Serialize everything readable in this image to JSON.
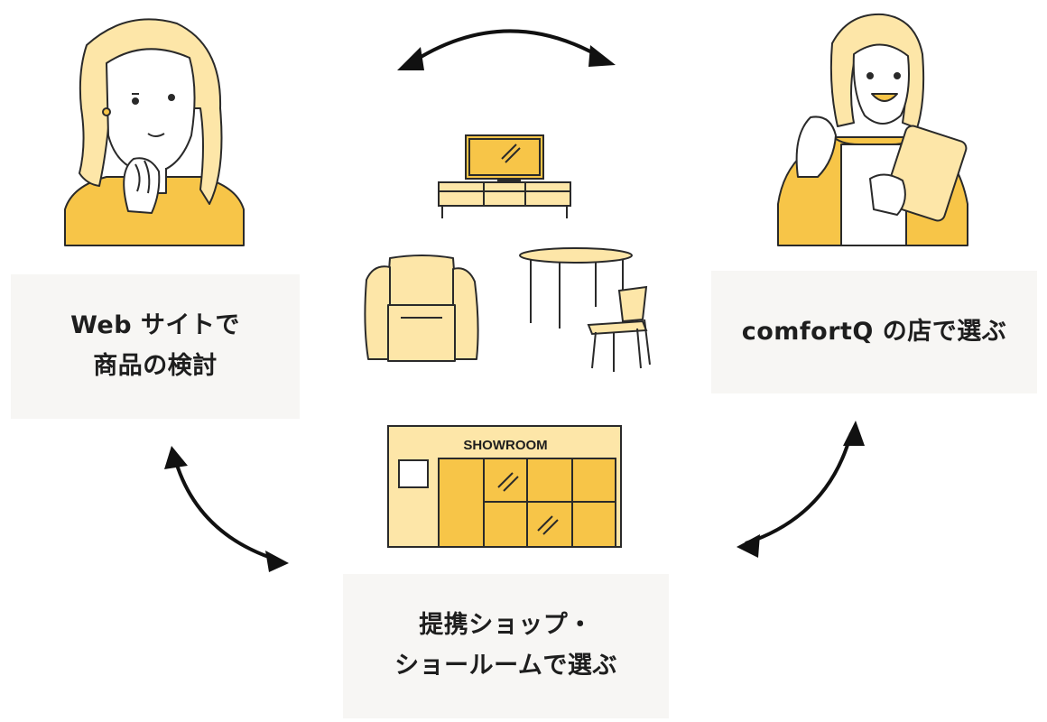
{
  "steps": {
    "web": {
      "line1": "Web サイトで",
      "line2": "商品の検討"
    },
    "store": {
      "label": "comfortQ の店で選ぶ"
    },
    "partner": {
      "line1": "提携ショップ・",
      "line2": "ショールームで選ぶ"
    }
  },
  "showroom_sign": "SHOWROOM",
  "colors": {
    "accent": "#f7c548",
    "light": "#fde6a8",
    "stroke": "#2a2a2a",
    "box": "#f7f6f4"
  }
}
